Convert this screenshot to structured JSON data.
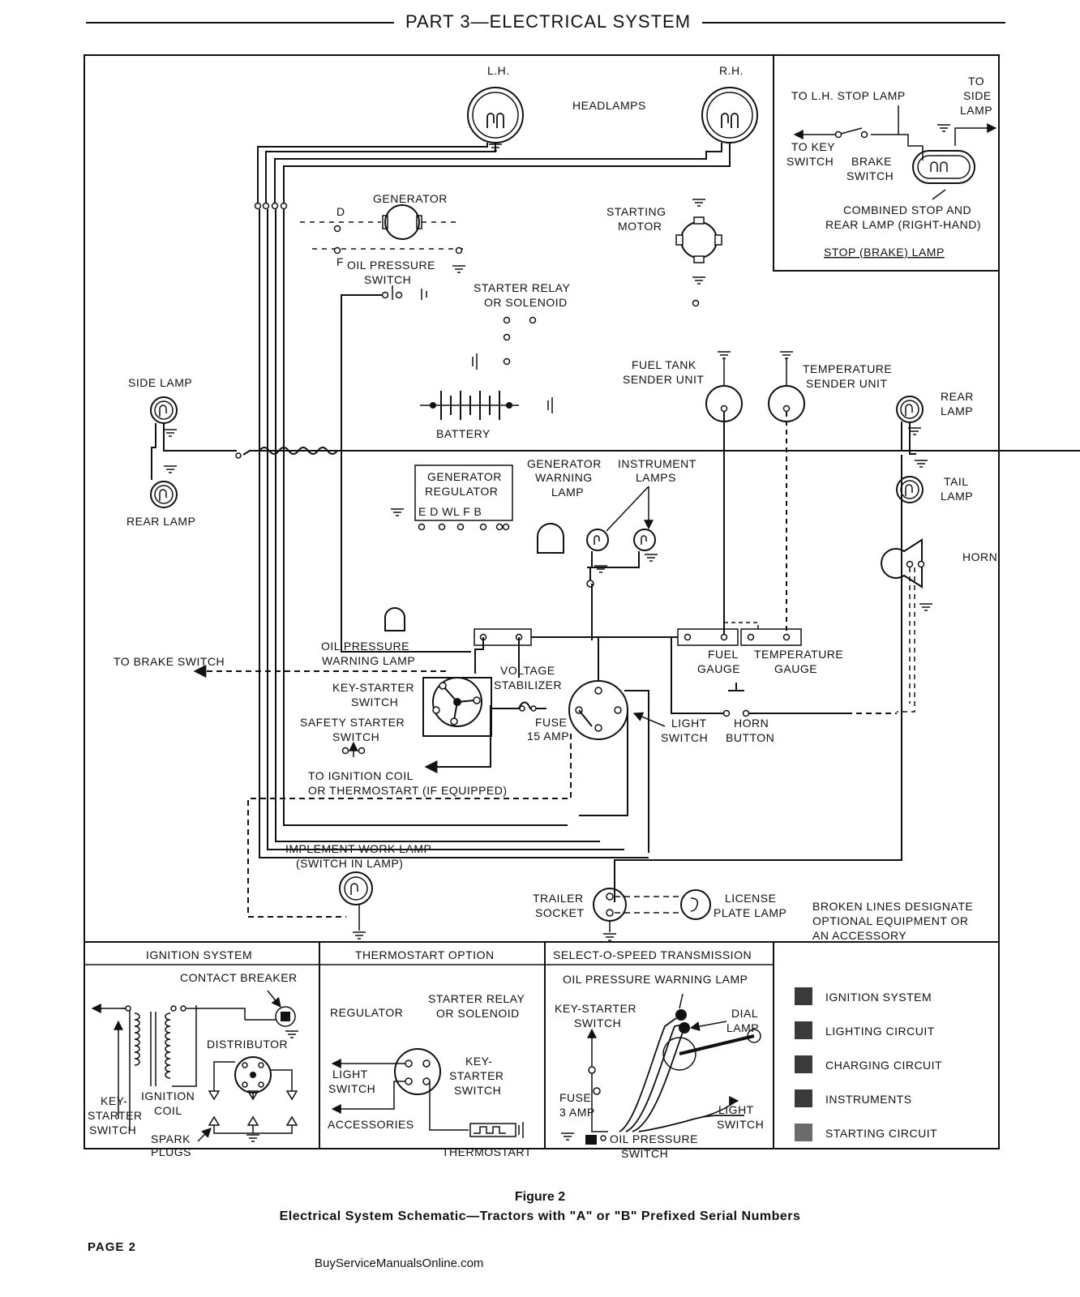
{
  "header": {
    "title": "PART 3—ELECTRICAL SYSTEM"
  },
  "main": {
    "headlamp_lh": "L.H.",
    "headlamp_rh": "R.H.",
    "headlamps": "HEADLAMPS",
    "generator": "GENERATOR",
    "gen_d": "D",
    "gen_f": "F",
    "oil_pressure_switch": [
      "OIL PRESSURE",
      "SWITCH"
    ],
    "starter_relay": [
      "STARTER RELAY",
      "OR SOLENOID"
    ],
    "starting_motor": [
      "STARTING",
      "MOTOR"
    ],
    "side_lamp": "SIDE LAMP",
    "rear_lamp_left": "REAR LAMP",
    "battery": "BATTERY",
    "fuel_tank_sender": [
      "FUEL TANK",
      "SENDER UNIT"
    ],
    "temperature_sender": [
      "TEMPERATURE",
      "SENDER UNIT"
    ],
    "rear_lamp_right": [
      "REAR",
      "LAMP"
    ],
    "tail_lamp": [
      "TAIL",
      "LAMP"
    ],
    "horn": "HORN",
    "generator_regulator": [
      "GENERATOR",
      "REGULATOR"
    ],
    "regulator_terminals": "E  D WL  F  B",
    "generator_warning_lamp": [
      "GENERATOR",
      "WARNING",
      "LAMP"
    ],
    "instrument_lamps": [
      "INSTRUMENT",
      "LAMPS"
    ],
    "oil_pressure_warning_lamp": [
      "OIL PRESSURE",
      "WARNING LAMP"
    ],
    "to_brake_switch": "TO BRAKE SWITCH",
    "voltage_stabilizer": [
      "VOLTAGE",
      "STABILIZER"
    ],
    "fuel_gauge": [
      "FUEL",
      "GAUGE"
    ],
    "temperature_gauge": [
      "TEMPERATURE",
      "GAUGE"
    ],
    "key_starter_switch": [
      "KEY-STARTER",
      "SWITCH"
    ],
    "safety_starter_switch": [
      "SAFETY STARTER",
      "SWITCH"
    ],
    "fuse": [
      "FUSE",
      "15 AMP"
    ],
    "light_switch": [
      "LIGHT",
      "SWITCH"
    ],
    "horn_button": [
      "HORN",
      "BUTTON"
    ],
    "to_ignition_coil": [
      "TO IGNITION COIL",
      "OR THERMOSTART  (IF EQUIPPED)"
    ],
    "implement_work_lamp": [
      "IMPLEMENT WORK LAMP",
      "(SWITCH IN LAMP)"
    ],
    "trailer_socket": [
      "TRAILER",
      "SOCKET"
    ],
    "license_plate_lamp": [
      "LICENSE",
      "PLATE LAMP"
    ],
    "broken_lines_note": [
      "BROKEN LINES DESIGNATE",
      "OPTIONAL EQUIPMENT OR",
      "AN ACCESSORY"
    ]
  },
  "inset_stop_lamp": {
    "to_lh_stop_lamp": "TO L.H. STOP LAMP",
    "to_side_lamp": [
      "TO",
      "SIDE",
      "LAMP"
    ],
    "to_key_switch": [
      "TO KEY",
      "SWITCH"
    ],
    "brake_switch": [
      "BRAKE",
      "SWITCH"
    ],
    "combined": [
      "COMBINED STOP AND",
      "REAR LAMP (RIGHT-HAND)"
    ],
    "title": "STOP (BRAKE) LAMP"
  },
  "panel_ignition": {
    "title": "IGNITION SYSTEM",
    "contact_breaker": "CONTACT  BREAKER",
    "distributor": "DISTRIBUTOR",
    "key_starter_switch": [
      "KEY-",
      "STARTER",
      "SWITCH"
    ],
    "ignition_coil": [
      "IGNITION",
      "COIL"
    ],
    "spark_plugs": [
      "SPARK",
      "PLUGS"
    ]
  },
  "panel_thermostart": {
    "title": "THERMOSTART OPTION",
    "regulator": "REGULATOR",
    "starter_relay": [
      "STARTER RELAY",
      "OR SOLENOID"
    ],
    "light_switch": [
      "LIGHT",
      "SWITCH"
    ],
    "key_starter_switch": [
      "KEY-",
      "STARTER",
      "SWITCH"
    ],
    "accessories": "ACCESSORIES",
    "thermostart": "THERMOSTART"
  },
  "panel_sos": {
    "title": "SELECT-O-SPEED TRANSMISSION",
    "oil_pressure_warning_lamp": "OIL PRESSURE WARNING LAMP",
    "key_starter_switch": [
      "KEY-STARTER",
      "SWITCH"
    ],
    "dial_lamp": [
      "DIAL",
      "LAMP"
    ],
    "fuse": [
      "FUSE",
      "3 AMP"
    ],
    "light_switch": [
      "LIGHT",
      "SWITCH"
    ],
    "oil_pressure_switch": [
      "OIL PRESSURE",
      "SWITCH"
    ]
  },
  "legend": {
    "items": [
      "IGNITION SYSTEM",
      "LIGHTING CIRCUIT",
      "CHARGING CIRCUIT",
      "INSTRUMENTS",
      "STARTING CIRCUIT"
    ],
    "swatch_color": "#3a3a3a"
  },
  "caption": {
    "figure": "Figure 2",
    "title": "Electrical System Schematic—Tractors with \"A\" or \"B\" Prefixed Serial Numbers"
  },
  "page_label": "PAGE 2",
  "footer": "BuyServiceManualsOnline.com"
}
